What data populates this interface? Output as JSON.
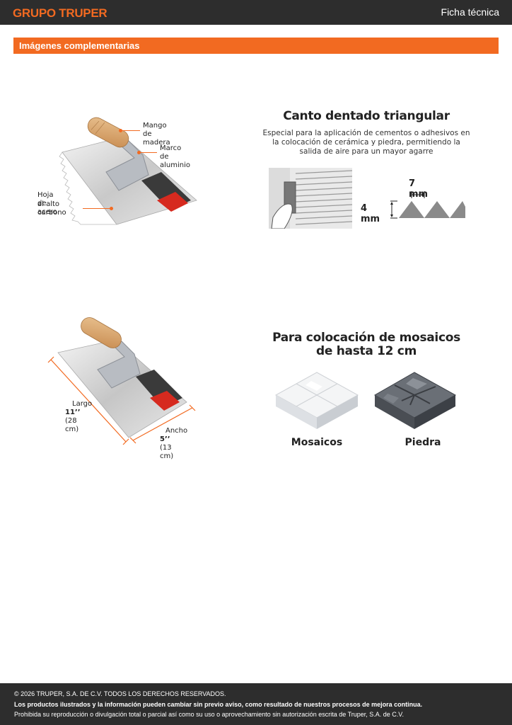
{
  "header": {
    "logo": "GRUPO TRUPER",
    "doc_type": "Ficha técnica"
  },
  "section": {
    "title": "Imágenes complementarias"
  },
  "panel1": {
    "callouts": {
      "handle": "Mango de madera",
      "frame": "Marco de aluminio",
      "blade_line1": "Hoja de acero",
      "blade_line2": "al alto carbono"
    }
  },
  "panel2": {
    "title": "Canto dentado triangular",
    "description_lines": [
      "Especial para la aplicación de cementos o adhesivos en",
      "la colocación de cerámica y piedra, permitiendo la",
      "salida de aire para un mayor agarre"
    ],
    "tooth_width": "7 mm",
    "tooth_height": "4 mm"
  },
  "panel3": {
    "length_label": "Largo",
    "length_value": "11’’",
    "length_metric": "(28 cm)",
    "width_label": "Ancho",
    "width_value": "5’’",
    "width_metric": "(13 cm)"
  },
  "panel4": {
    "title_line1": "Para colocación de mosaicos",
    "title_line2": "de hasta 12 cm",
    "item1": "Mosaicos",
    "item2": "Piedra"
  },
  "footer": {
    "copyright": "© 2026 TRUPER, S.A. DE C.V. TODOS LOS DERECHOS RESERVADOS.",
    "notice": "Los productos ilustrados y la información pueden cambiar sin previo aviso, como resultado de nuestros procesos de mejora continua.",
    "legal": "Prohibida su reproducción o divulgación total o parcial así como su uso o aprovechamiento sin autorización escrita de Truper, S.A. de C.V."
  },
  "colors": {
    "brand_orange": "#f26a21",
    "bar_dark": "#2d2d2d"
  }
}
